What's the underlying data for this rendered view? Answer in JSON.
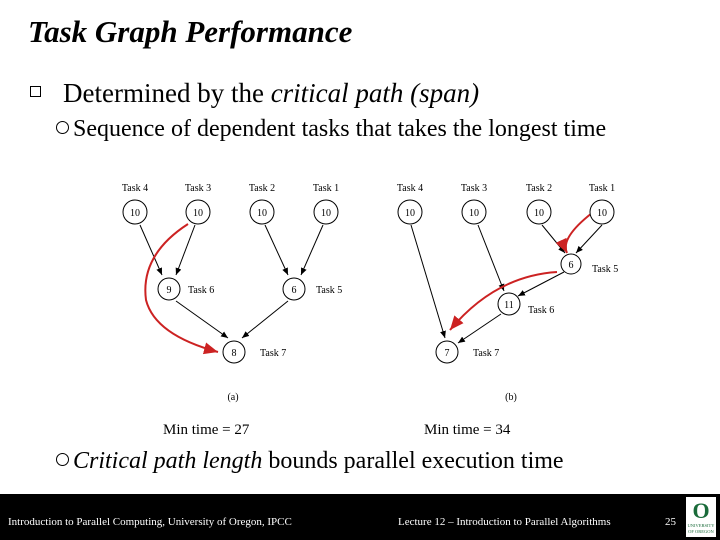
{
  "slide": {
    "title": "Task Graph Performance",
    "bullet1_pre": "Determined by the ",
    "bullet1_italic": "critical path (span)",
    "sub1": "Sequence of dependent tasks that takes the longest time",
    "sub2_italic": "Critical path length",
    "sub2_rest": " bounds parallel execution time"
  },
  "graph_a": {
    "caption": "(a)",
    "min_time": "Min time = 27",
    "tasks": [
      {
        "label": "Task 4",
        "weight": "10"
      },
      {
        "label": "Task 3",
        "weight": "10"
      },
      {
        "label": "Task 2",
        "weight": "10"
      },
      {
        "label": "Task 1",
        "weight": "10"
      },
      {
        "label": "Task 6",
        "weight": "9"
      },
      {
        "label": "Task 5",
        "weight": "6"
      },
      {
        "label": "Task 7",
        "weight": "8"
      }
    ]
  },
  "graph_b": {
    "caption": "(b)",
    "min_time": "Min time = 34",
    "tasks": [
      {
        "label": "Task 4",
        "weight": "10"
      },
      {
        "label": "Task 3",
        "weight": "10"
      },
      {
        "label": "Task 2",
        "weight": "10"
      },
      {
        "label": "Task 1",
        "weight": "10"
      },
      {
        "label": "Task 5",
        "weight": "6"
      },
      {
        "label": "Task 6",
        "weight": "11"
      },
      {
        "label": "Task 7",
        "weight": "7"
      }
    ]
  },
  "footer": {
    "left": "Introduction to Parallel Computing, University of Oregon, IPCC",
    "middle": "Lecture 12 – Introduction to Parallel Algorithms",
    "page": "25"
  },
  "logo": {
    "letter": "O",
    "text_line1": "UNIVERSITY",
    "text_line2": "OF OREGON"
  },
  "colors": {
    "critical_path": "#cc2222",
    "footer_bg": "#000000",
    "logo_green": "#1a6b3a"
  }
}
